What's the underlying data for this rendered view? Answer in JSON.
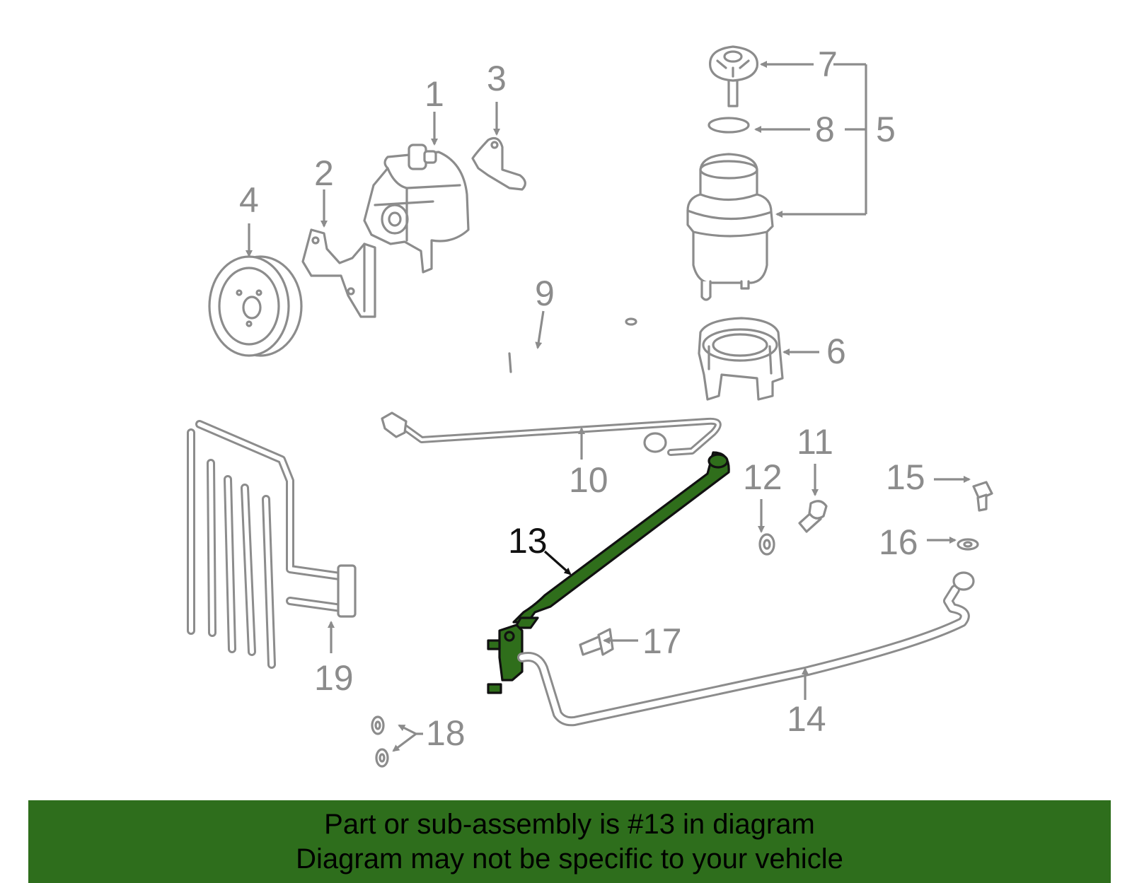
{
  "diagram": {
    "highlighted_part": "13",
    "callouts": {
      "c1": "1",
      "c2": "2",
      "c3": "3",
      "c4": "4",
      "c5": "5",
      "c6": "6",
      "c7": "7",
      "c8": "8",
      "c9": "9",
      "c10": "10",
      "c11": "11",
      "c12": "12",
      "c13": "13",
      "c14": "14",
      "c15": "15",
      "c16": "16",
      "c17": "17",
      "c18": "18",
      "c19": "19"
    },
    "colors": {
      "part_line": "#8c8c8c",
      "highlight_fill": "#2f6e1b",
      "banner_bg": "#2e6e1c"
    }
  },
  "banner": {
    "line1": "Part or sub-assembly is #13 in diagram",
    "line2": "Diagram may not be specific to your vehicle"
  }
}
